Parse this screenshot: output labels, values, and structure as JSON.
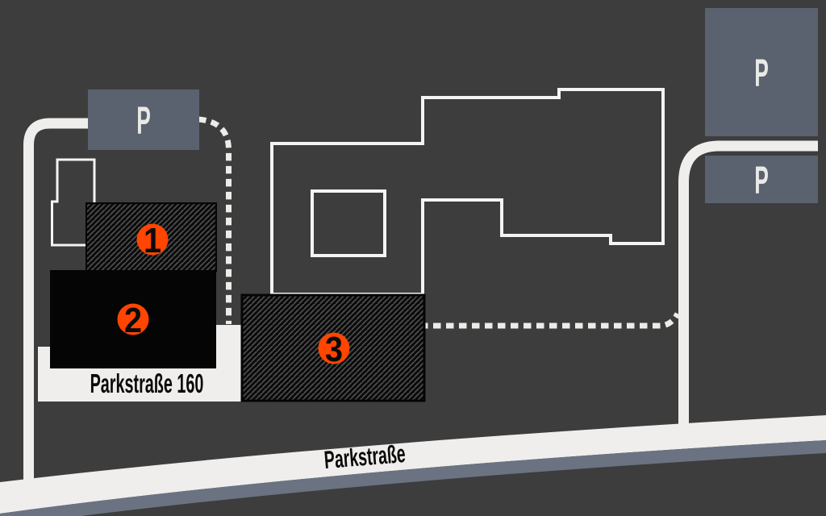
{
  "colors": {
    "background": "#3d3d3d",
    "road_white": "#efeeec",
    "road_edge_gray": "#6b7382",
    "parking_fill": "#5a6270",
    "building_black": "#050505",
    "hatch_stripe": "#4f4f4f",
    "marker_orange": "#ff4500",
    "outline_white": "#f4f4f2"
  },
  "parking_symbol": "P",
  "buildings": [
    {
      "number": "1",
      "style": "hatched"
    },
    {
      "number": "2",
      "style": "solid-black"
    },
    {
      "number": "3",
      "style": "hatched"
    }
  ],
  "labels": {
    "address": "Parkstraße 160",
    "street": "Parkstraße"
  }
}
